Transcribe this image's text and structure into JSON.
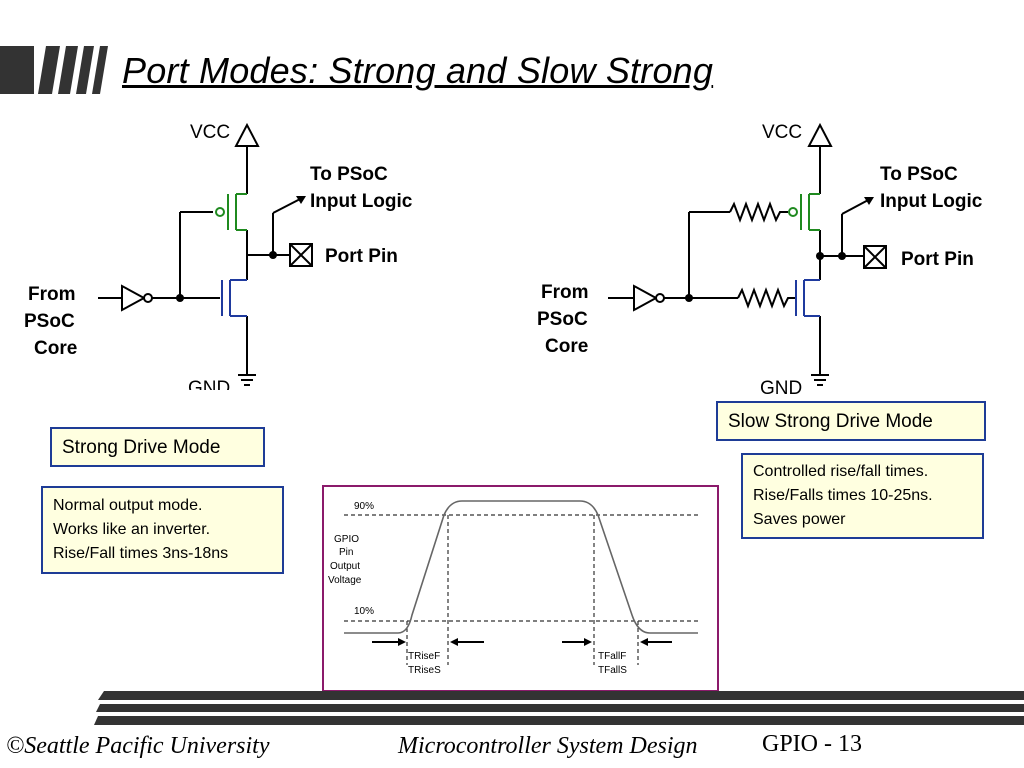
{
  "slide": {
    "title": "Port Modes: Strong and Slow Strong"
  },
  "left_circuit": {
    "vcc": "VCC",
    "gnd": "GND",
    "from_label": [
      "From",
      "PSoC",
      "Core"
    ],
    "to_label": [
      "To PSoC",
      "Input Logic"
    ],
    "pin_label": "Port Pin",
    "mode_label": "Strong Drive Mode",
    "notes": [
      "Normal output mode.",
      "Works like an inverter.",
      "Rise/Fall times 3ns-18ns"
    ]
  },
  "right_circuit": {
    "vcc": "VCC",
    "gnd": "GND",
    "from_label": [
      "From",
      "PSoC",
      "Core"
    ],
    "to_label": [
      "To PSoC",
      "Input Logic"
    ],
    "pin_label": "Port Pin",
    "mode_label": "Slow Strong Drive Mode",
    "notes": [
      "Controlled rise/fall times.",
      "Rise/Falls times 10-25ns.",
      "Saves power"
    ]
  },
  "waveform": {
    "level_high": "90%",
    "level_low": "10%",
    "ylabel": [
      "GPIO",
      "Pin",
      "Output",
      "Voltage"
    ],
    "rise_labels": [
      "TRiseF",
      "TRiseS"
    ],
    "fall_labels": [
      "TFallF",
      "TFallS"
    ]
  },
  "footer": {
    "left": "©Seattle Pacific University",
    "center": "Microcontroller System Design",
    "right": "GPIO - 13"
  },
  "colors": {
    "box_fill": "#ffffe0",
    "box_border": "#1e3c96",
    "pmos": "#1f8a1f",
    "nmos": "#1f3a9e",
    "waveform_frame": "#8b1a6b",
    "header_bars": "#333333"
  }
}
